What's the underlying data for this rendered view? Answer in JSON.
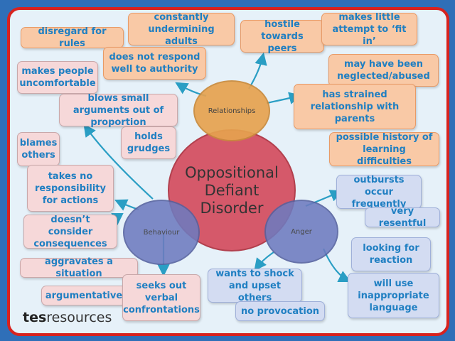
{
  "center": "Oppositional Defiant Disorder",
  "nodes": {
    "relationships": "Relationships",
    "behaviour": "Behaviour",
    "anger": "Anger"
  },
  "relationships": [
    "disregard for rules",
    "constantly undermining adults",
    "does not respond well to authority",
    "hostile towards peers",
    "makes little attempt to ‘fit in’",
    "may have been neglected/abused",
    "has strained relationship with parents",
    "possible history of learning difficulties"
  ],
  "behaviour": [
    "makes people uncomfortable",
    "blows small arguments out of proportion",
    "holds grudges",
    "blames others",
    "takes no responsibility for actions",
    "doesn’t consider consequences",
    "aggravates a situation",
    "argumentative",
    "seeks out verbal confrontations"
  ],
  "anger": [
    "outbursts occur frequently",
    "very resentful",
    "looking for reaction",
    "will use inappropriate language",
    "wants to shock and upset others",
    "no provocation"
  ],
  "logo": {
    "brand": "tes",
    "suffix": "resources"
  }
}
